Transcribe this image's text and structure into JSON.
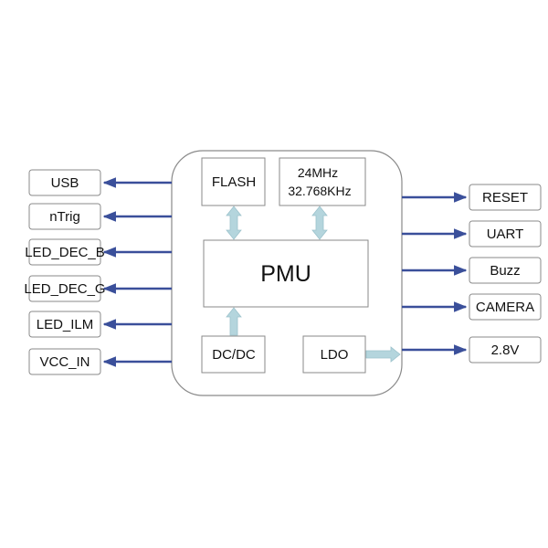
{
  "left_ports": [
    "USB",
    "nTrig",
    "LED_DEC_B",
    "LED_DEC_G",
    "LED_ILM",
    "VCC_IN"
  ],
  "right_ports": [
    "RESET",
    "UART",
    "Buzz",
    "CAMERA",
    "2.8V"
  ],
  "blocks": {
    "flash": "FLASH",
    "clock_line1": "24MHz",
    "clock_line2": "32.768KHz",
    "pmu": "PMU",
    "dcdc": "DC/DC",
    "ldo": "LDO"
  },
  "colors": {
    "signal_line": "#3a4f9a",
    "block_arrow": "#b4d5dd",
    "box_border": "#8a8a8a"
  }
}
